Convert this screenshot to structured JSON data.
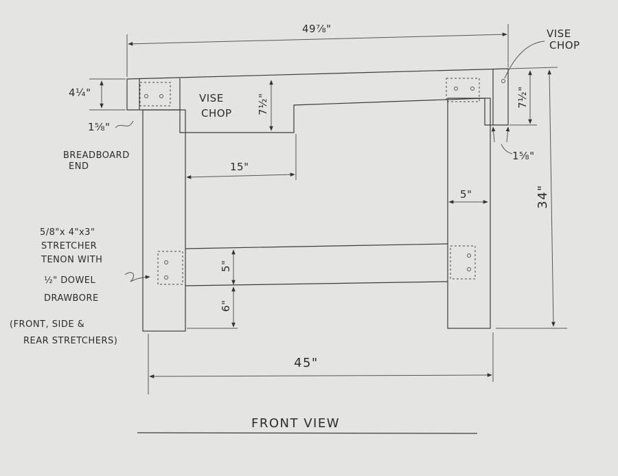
{
  "dimensions": {
    "overall_length": "49⅞\"",
    "top_thickness": "4¼\"",
    "breadboard_width": "1⅝\"",
    "vise_chop_height_left": "7½\"",
    "vise_chop_height_right": "7½\"",
    "right_chop_width": "1⅝\"",
    "vise_span": "15\"",
    "leg_width": "5\"",
    "stretcher_height": "5\"",
    "stretcher_bottom_gap": "6\"",
    "bench_height": "34\"",
    "leg_span": "45\""
  },
  "labels": {
    "vise_chop_left_line1": "VISE",
    "vise_chop_left_line2": "CHOP",
    "vise_chop_right_line1": "VISE",
    "vise_chop_right_line2": "CHOP",
    "breadboard_line1": "BREADBOARD",
    "breadboard_line2": "END",
    "note_line1": "5/8\"x 4\"x3\"",
    "note_line2": "STRETCHER",
    "note_line3": "TENON WITH",
    "note_line4": "½\" DOWEL",
    "note_line5": "DRAWBORE",
    "paren_line1": "(FRONT, SIDE &",
    "paren_line2": "REAR STRETCHERS)",
    "view_title": "FRONT VIEW"
  }
}
